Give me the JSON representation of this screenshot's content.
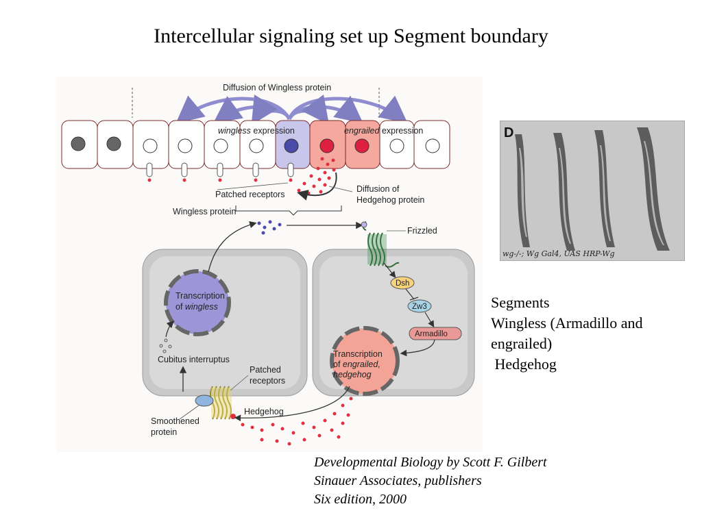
{
  "slide": {
    "title": "Intercellular signaling set up Segment boundary"
  },
  "diagram": {
    "diffusion_wingless": "Diffusion of Wingless protein",
    "wingless_expression_italic": "wingless",
    "wingless_expression_rest": " expression",
    "engrailed_expression_italic": "engrailed",
    "engrailed_expression_rest": " expression",
    "patched_receptors_top": "Patched receptors",
    "diffusion_hedgehog_line1": "Diffusion of",
    "diffusion_hedgehog_line2": "Hedgehog protein",
    "wingless_protein": "Wingless protein",
    "frizzled": "Frizzled",
    "dsh": "Dsh",
    "zw3": "Zw3",
    "armadillo": "Armadillo",
    "transcription_wingless_line1": "Transcription",
    "transcription_wingless_of": "of ",
    "transcription_wingless_italic": "wingless",
    "transcription_eh_line1": "Transcription",
    "transcription_eh_of": "of ",
    "transcription_eh_italic1": "engrailed,",
    "transcription_eh_italic2": "hedgehog",
    "cubitus": "Cubitus interruptus",
    "patched_receptors_line1": "Patched",
    "patched_receptors_line2": "receptors",
    "hedgehog": "Hedgehog",
    "smoothened_line1": "Smoothened",
    "smoothened_line2": "protein",
    "colors": {
      "wingless_purple": "#8f8fd6",
      "engrailed_red": "#f08a80",
      "dot_red": "#e03040",
      "cell_gray": "#c9c9c9"
    }
  },
  "photo": {
    "panel_letter": "D",
    "caption": "wg-/-; Wg Gal4, UAS HRP-Wg"
  },
  "legend": {
    "line1": "Segments",
    "line2": "Wingless (Armadillo and",
    "line3": "engrailed)",
    "line4": " Hedgehog"
  },
  "citation": {
    "line1": "Developmental Biology by Scott F. Gilbert",
    "line2": "Sinauer Associates, publishers",
    "line3": "Six edition, 2000"
  }
}
